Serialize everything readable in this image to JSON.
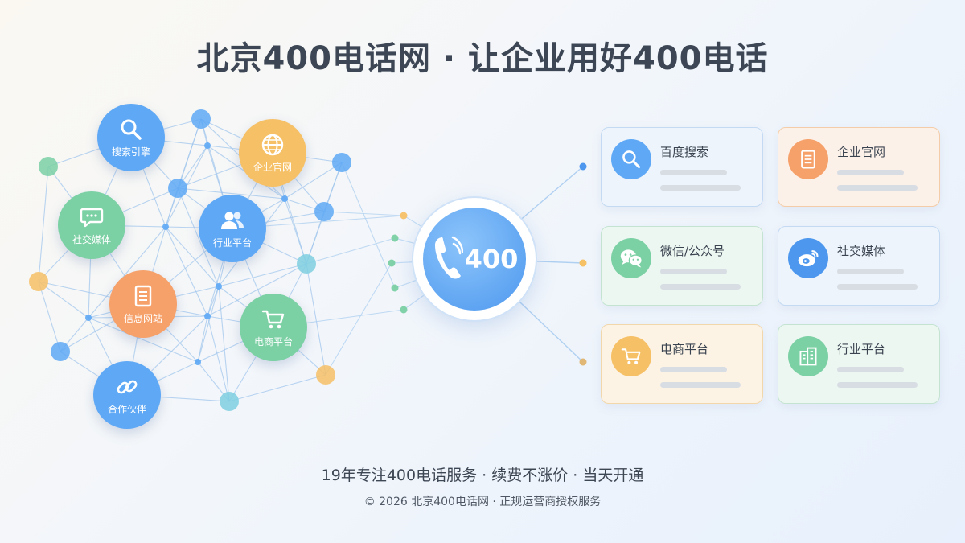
{
  "header": {
    "title": "北京400电话网 · 让企业用好400电话"
  },
  "network": {
    "nodes": [
      {
        "label": "搜索引擎",
        "icon": "search-icon"
      },
      {
        "label": "企业官网",
        "icon": "globe-icon"
      },
      {
        "label": "社交媒体",
        "icon": "chat-icon"
      },
      {
        "label": "行业平台",
        "icon": "users-icon"
      },
      {
        "label": "信息网站",
        "icon": "document-icon"
      },
      {
        "label": "电商平台",
        "icon": "cart-icon"
      },
      {
        "label": "合作伙伴",
        "icon": "link-icon"
      }
    ],
    "hub_label": "400"
  },
  "channels": [
    {
      "label": "百度搜索",
      "icon": "search-icon"
    },
    {
      "label": "企业官网",
      "icon": "document-icon"
    },
    {
      "label": "微信/公众号",
      "icon": "wechat-icon"
    },
    {
      "label": "社交媒体",
      "icon": "weibo-icon"
    },
    {
      "label": "电商平台",
      "icon": "cart-icon"
    },
    {
      "label": "行业平台",
      "icon": "building-icon"
    }
  ],
  "footer": {
    "tagline": "19年专注400电话服务 · 续费不涨价 · 当天开通",
    "copyright": "© 2026 北京400电话网 · 正规运营商授权服务"
  },
  "colors": {
    "blue": "#5ea8f5",
    "orange": "#f6a06a",
    "green": "#7bd0a4",
    "yellow": "#f6c066",
    "cyan": "#7fcfe0",
    "hub": "#4d98ee"
  }
}
